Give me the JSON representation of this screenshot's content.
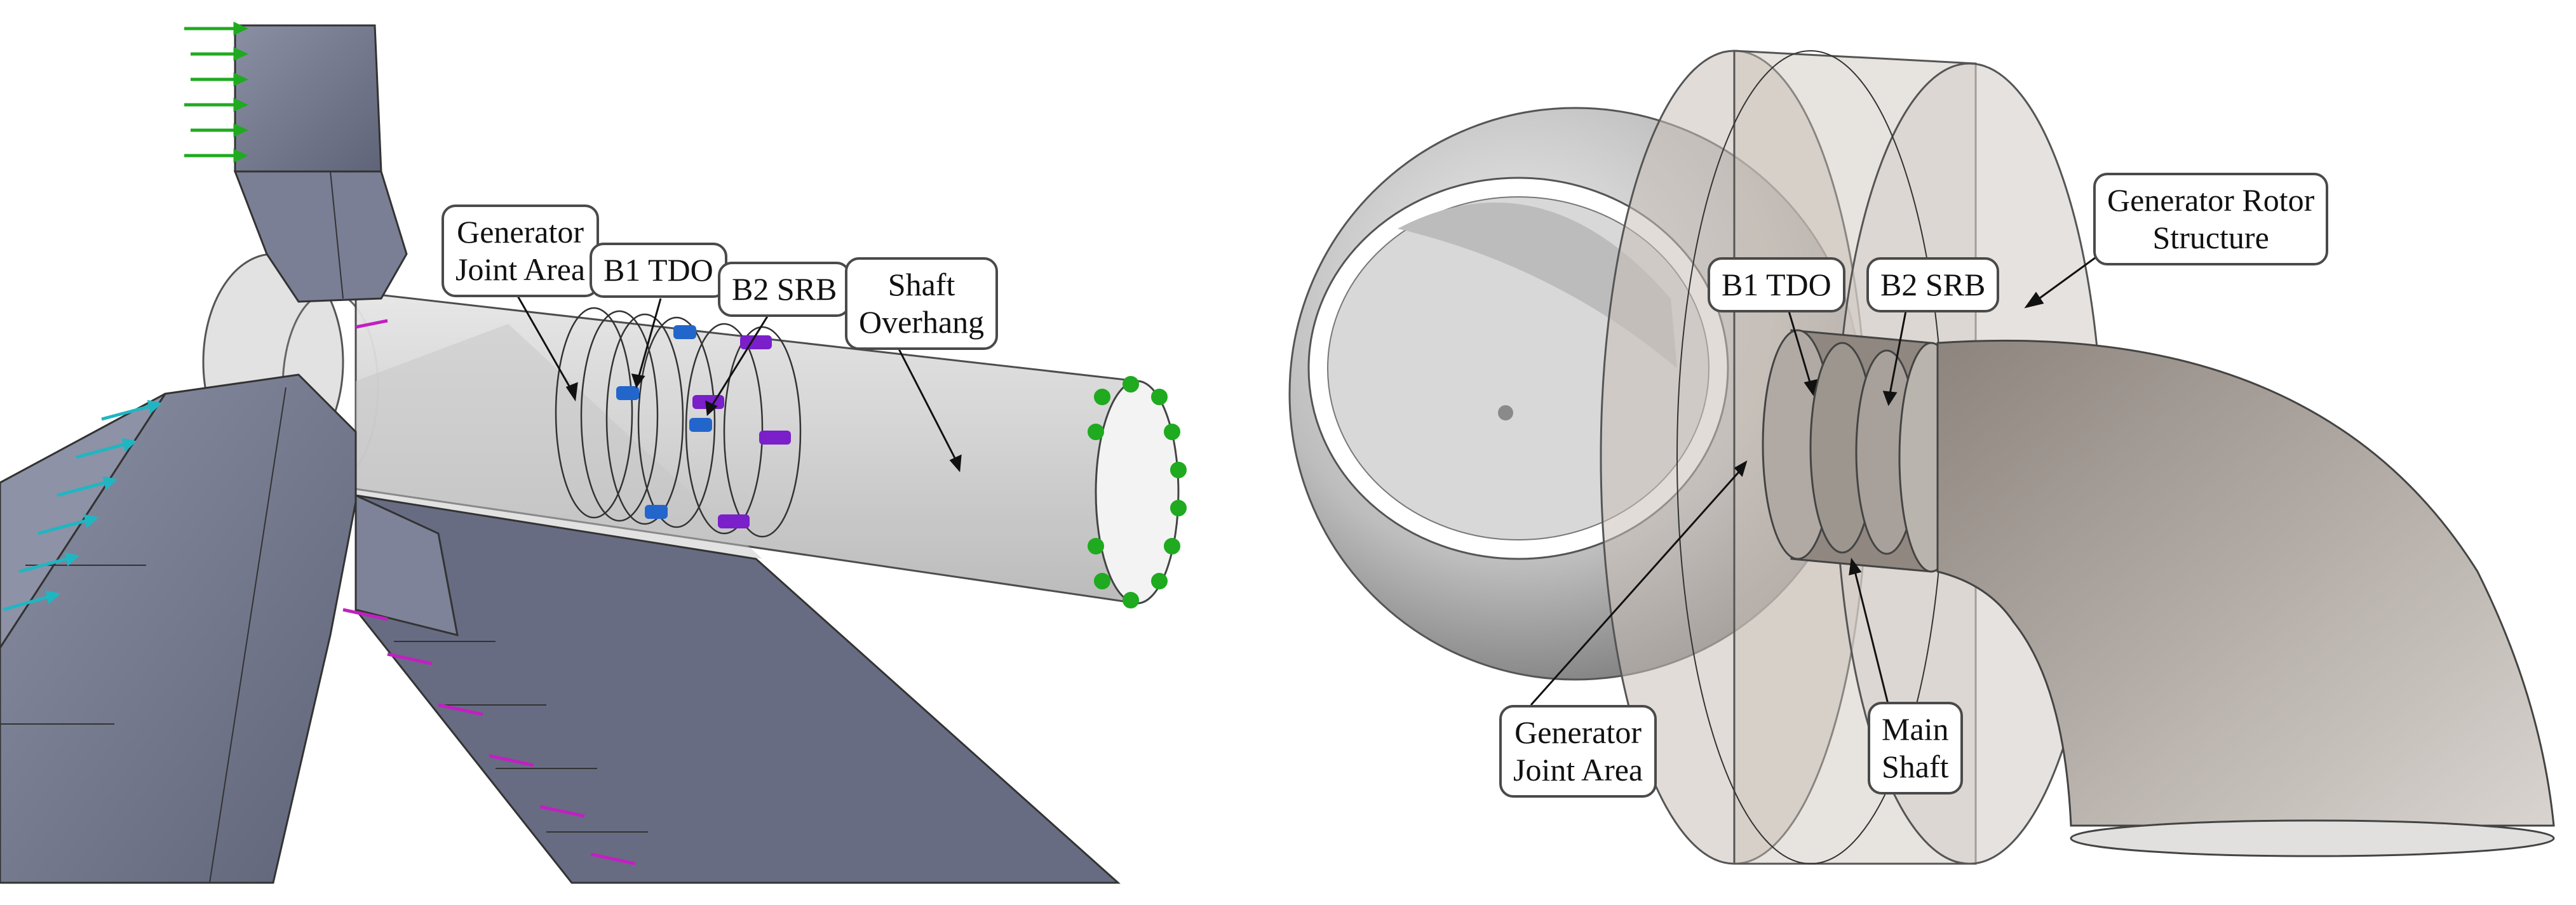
{
  "left_panel": {
    "labels": {
      "generator_joint_area": [
        "Generator",
        "Joint Area"
      ],
      "b1_tdo": "B1 TDO",
      "b2_srb": "B2 SRB",
      "shaft_overhang": [
        "Shaft",
        "Overhang"
      ]
    }
  },
  "right_panel": {
    "labels": {
      "generator_rotor_structure": [
        "Generator Rotor",
        "Structure"
      ],
      "b1_tdo": "B1 TDO",
      "b2_srb": "B2 SRB",
      "generator_joint_area": [
        "Generator",
        "Joint Area"
      ],
      "main_shaft": [
        "Main",
        "Shaft"
      ]
    }
  },
  "colors": {
    "blade_grey": "#6d7288",
    "blade_light": "#a0a4b7",
    "shaft_translucent": "#d4d4d4",
    "load_green": "#1faa1f",
    "load_magenta": "#c21fc2",
    "load_cyan": "#1fb6c2",
    "bearing_blue": "#2266cc",
    "bearing_purple": "#7a1fc9",
    "rotor_tan": "#c9c0b8",
    "hub_grey": "#9a9a9a"
  }
}
